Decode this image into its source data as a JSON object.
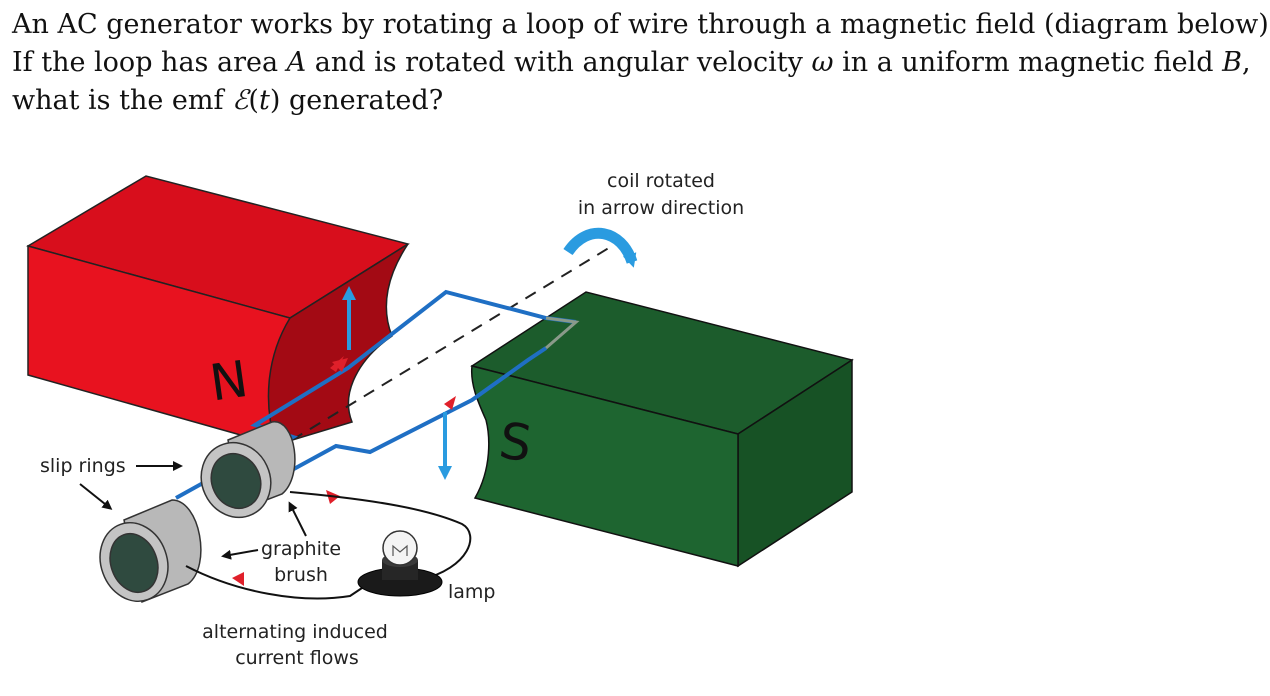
{
  "question": {
    "line1": "An AC generator works by rotating a loop of wire through a magnetic field (diagram below).",
    "line2_a": "If the loop has area ",
    "line2_A": "A",
    "line2_b": " and is rotated with angular velocity ",
    "line2_w": "ω",
    "line2_c": " in a uniform magnetic field ",
    "line2_B": "B",
    "line2_d": ",",
    "line3_a": "what is the emf ",
    "line3_E": "ℰ",
    "line3_b": "(",
    "line3_t": "t",
    "line3_c": ") generated?"
  },
  "diagram": {
    "labels": {
      "coil_rotated_1": "coil rotated",
      "coil_rotated_2": "in arrow direction",
      "slip_rings": "slip rings",
      "graphite_1": "graphite",
      "graphite_2": "brush",
      "lamp": "lamp",
      "alternating_1": "alternating induced",
      "alternating_2": "current flows",
      "north": "N",
      "south": "S"
    },
    "colors": {
      "north_magnet": "#e01020",
      "north_magnet_dark": "#a80a12",
      "south_magnet": "#1a5a2a",
      "coil": "#1f6fc4",
      "field_arrow": "#2a9be0",
      "current_arrow": "#e0202a",
      "ring": "#b8b8b8"
    }
  }
}
